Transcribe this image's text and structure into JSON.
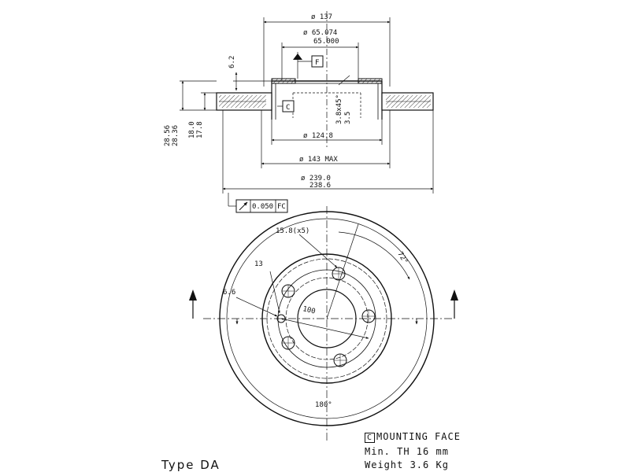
{
  "dimensions": {
    "d_outer_hat": "ø 137",
    "d_bore_max": "ø 65.074",
    "d_bore_min": "65.000",
    "hat_step": "6.2",
    "d_inner_ring": "ø 124.8",
    "d_hat_max": "ø 143 MAX",
    "d_disc_max": "ø 239.0",
    "d_disc_min": "238.6",
    "th_total_max": "28.56",
    "th_total_min": "28.36",
    "th_friction_max": "18.0",
    "th_friction_min": "17.8",
    "chamfer_a": "3.8x45°",
    "chamfer_b": "3.5"
  },
  "datums": {
    "f": "F",
    "c": "C"
  },
  "tolerance": {
    "value": "0.050",
    "ref": "FC"
  },
  "front_view": {
    "bolt_holes": "15.8(x5)",
    "angle": "72°",
    "hole_small": "13",
    "offset": "6.6",
    "pcd": "100",
    "bottom_angle": "180°"
  },
  "notes": {
    "mounting_letter": "C",
    "mounting": "MOUNTING FACE",
    "min_th": "Min. TH 16 mm",
    "weight": "Weight 3.6 Kg"
  },
  "type_label": "Type DA"
}
